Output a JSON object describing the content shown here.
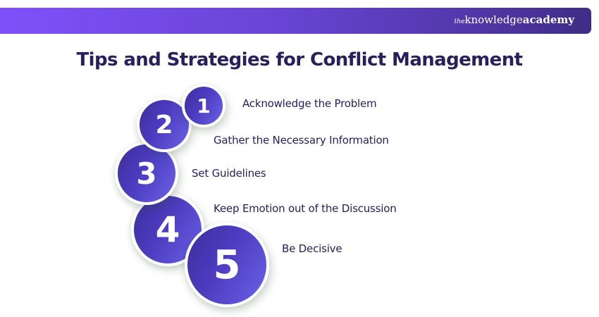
{
  "header": {
    "logo": {
      "prefix": "the",
      "main": "knowledge",
      "bold": "academy"
    },
    "gradient_colors": [
      "#7f50fa",
      "#3f2d86"
    ]
  },
  "title": "Tips and Strategies for Conflict Management",
  "steps": [
    {
      "number": "1",
      "label": "Acknowledge the Problem"
    },
    {
      "number": "2",
      "label": "Gather the Necessary Information"
    },
    {
      "number": "3",
      "label": "Set Guidelines"
    },
    {
      "number": "4",
      "label": "Keep Emotion out of the Discussion"
    },
    {
      "number": "5",
      "label": "Be Decisive"
    }
  ],
  "colors": {
    "title_text": "#27215b",
    "circle_dark": "#3c2e9e",
    "circle_light": "#6a62e6"
  }
}
